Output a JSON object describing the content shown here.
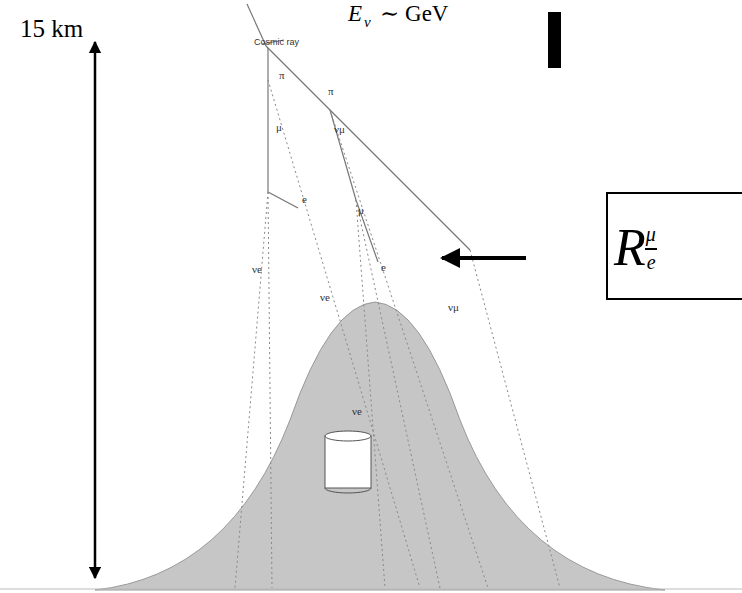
{
  "diagram": {
    "nodes": [
      {
        "text": [
          "R",
          "μ",
          "e"
        ]
      }
    ],
    "labels": [
      "E",
      "ν",
      "∼ GeV",
      "15 km",
      "Cosmic ray",
      "π",
      "π",
      "μ",
      "νμ",
      "e",
      "μ",
      "e",
      "νe",
      "νe",
      "νμ",
      "νe"
    ]
  }
}
